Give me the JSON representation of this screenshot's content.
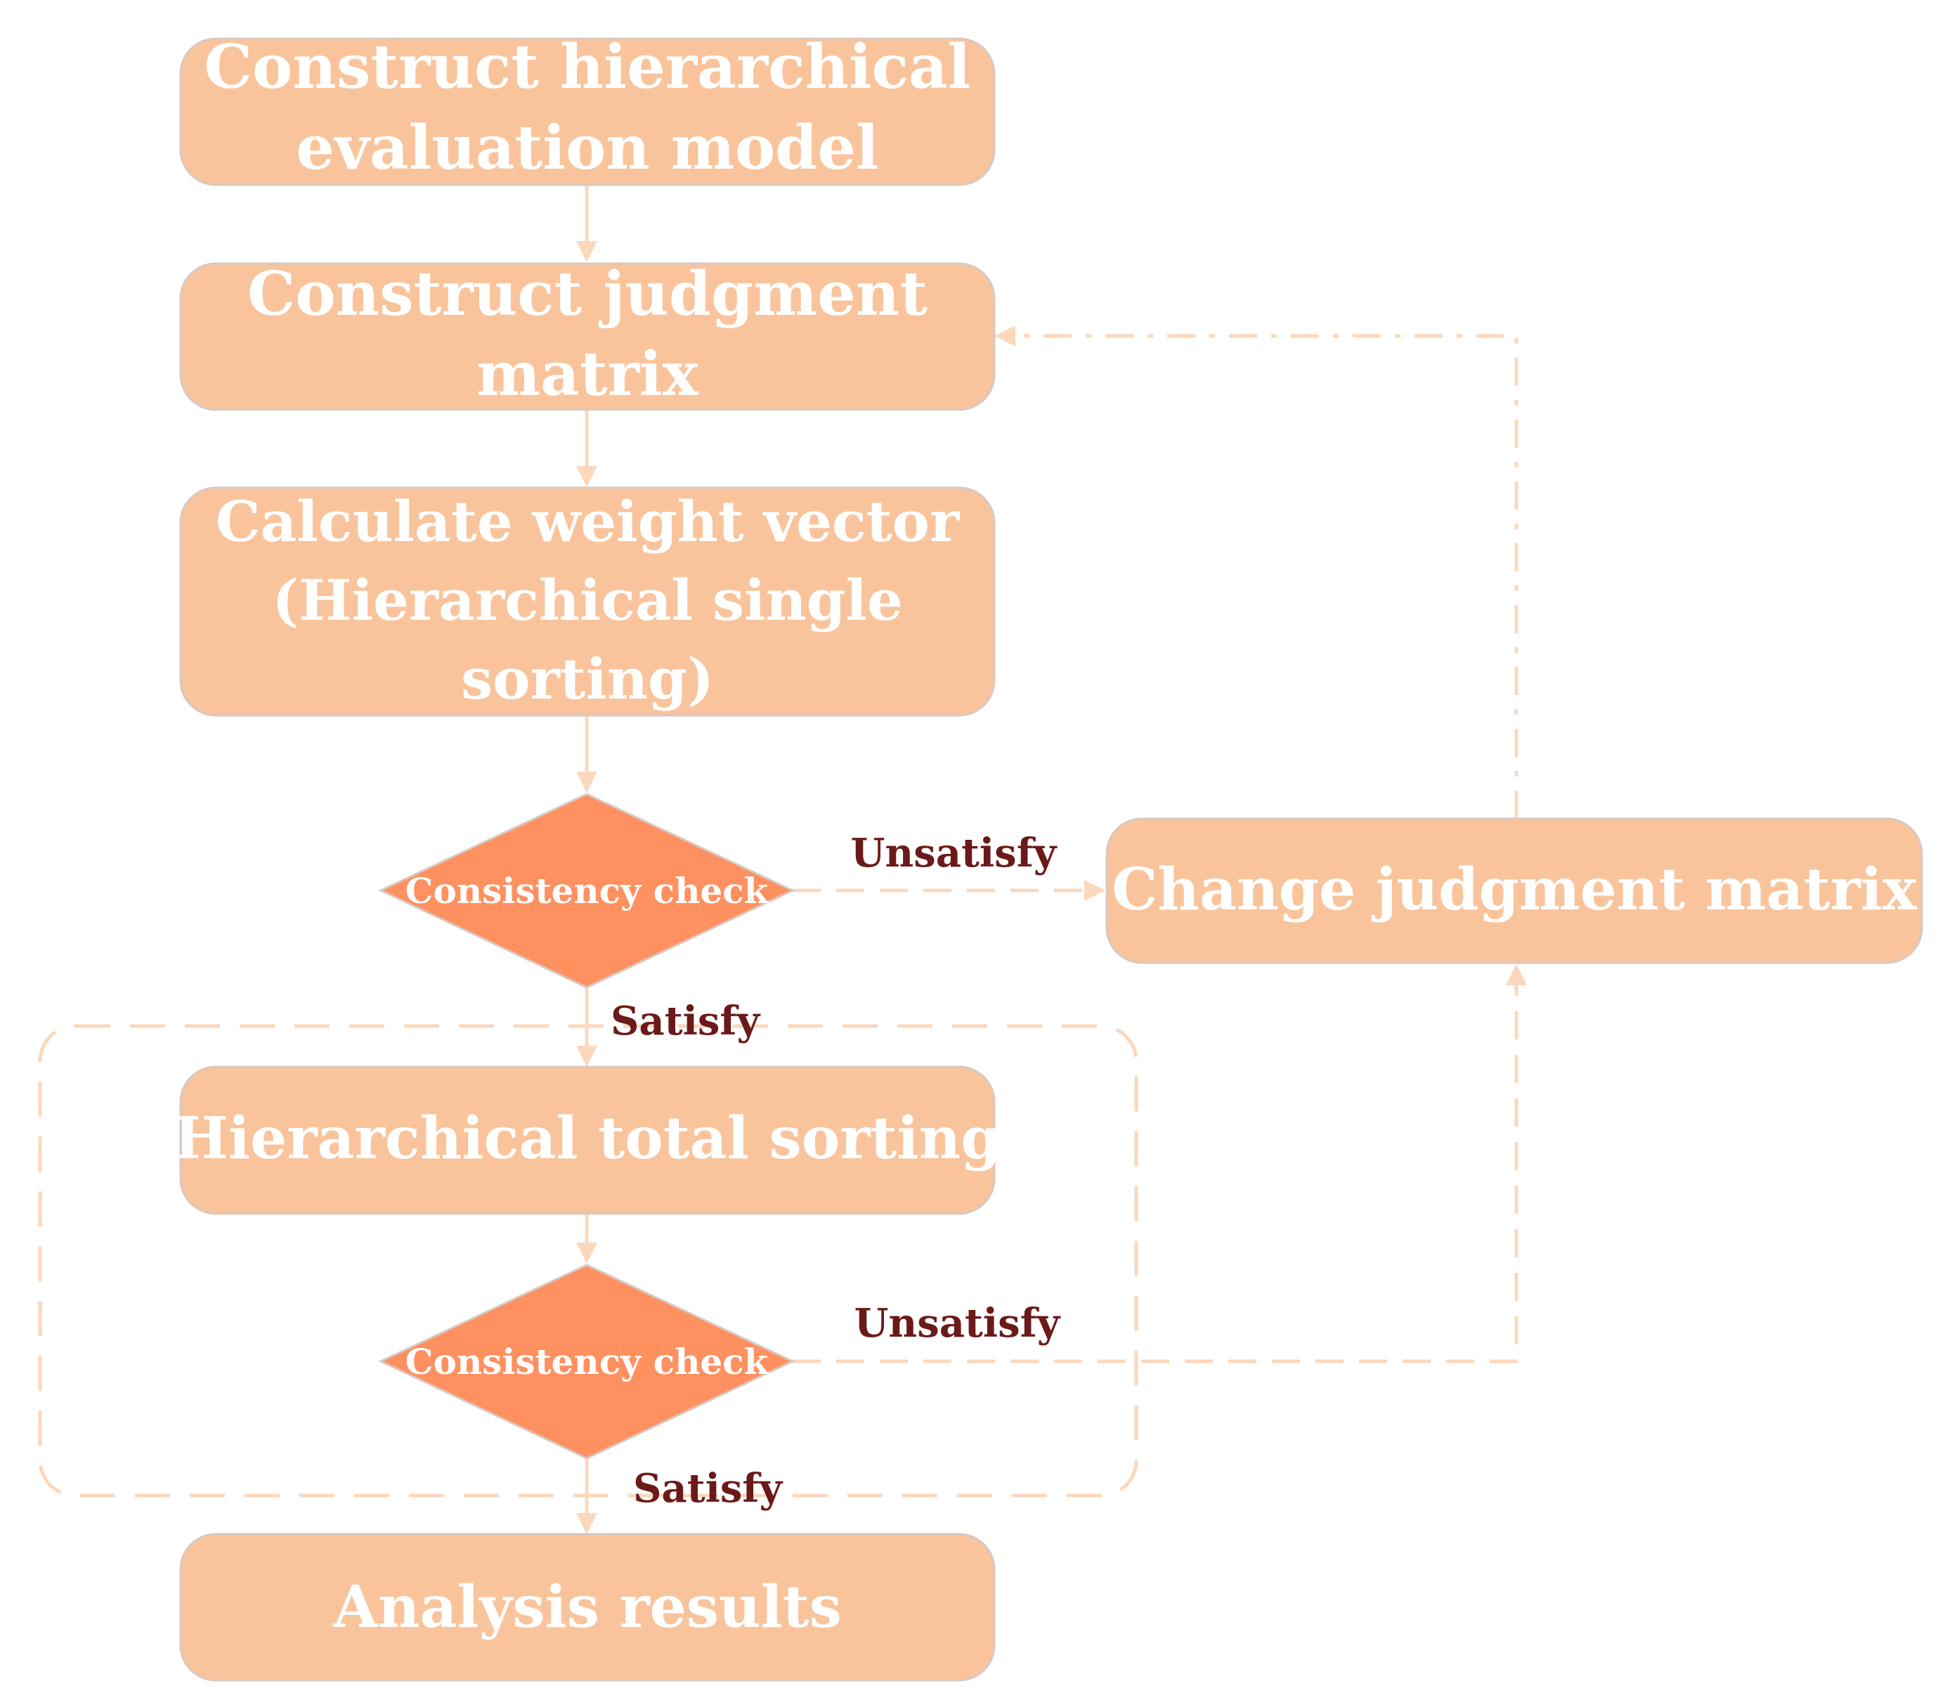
{
  "colors": {
    "box_fill": "#f9c49c",
    "box_stroke": "#d8c8c0",
    "diamond_fill": "#ff9060",
    "arrow": "#fbd8bc",
    "edge_label": "#6b1a1a",
    "box_text": "#ffffff"
  },
  "nodes": {
    "construct_model": {
      "line1": "Construct hierarchical",
      "line2": "evaluation model"
    },
    "construct_matrix": {
      "line1": "Construct judgment",
      "line2": "matrix"
    },
    "calc_weight": {
      "line1": "Calculate weight vector",
      "line2": "(Hierarchical single",
      "line3": "sorting)"
    },
    "check1": {
      "label": "Consistency check"
    },
    "change_matrix": {
      "label": "Change judgment matrix"
    },
    "total_sorting": {
      "label": "Hierarchical total sorting"
    },
    "check2": {
      "label": "Consistency check"
    },
    "results": {
      "label": "Analysis results"
    }
  },
  "edges": {
    "check1_unsatisfy": "Unsatisfy",
    "check1_satisfy": "Satisfy",
    "check2_unsatisfy": "Unsatisfy",
    "check2_satisfy": "Satisfy"
  }
}
